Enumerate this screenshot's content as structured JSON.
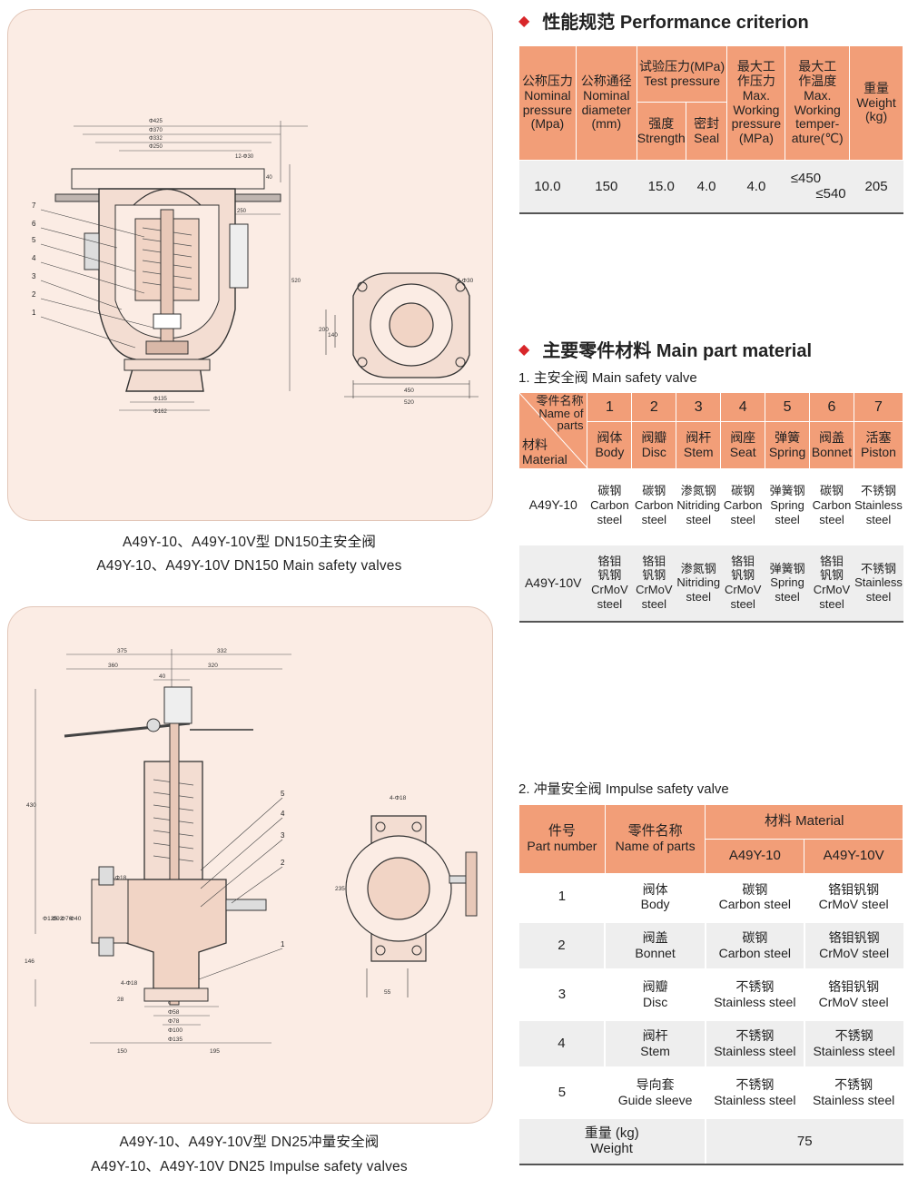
{
  "figure1": {
    "dims": {
      "d425": "Φ425",
      "d370": "Φ370",
      "d332": "Φ332",
      "d250": "Φ250",
      "bolts_top": "12-Φ30",
      "h40": "40",
      "w250": "250",
      "h520": "520",
      "d135": "Φ135",
      "d162": "Φ162",
      "h200": "200",
      "h140": "140",
      "w450": "450",
      "w520": "520",
      "holes": "4-Φ30"
    },
    "part_numbers": [
      "7",
      "6",
      "5",
      "4",
      "3",
      "2",
      "1"
    ],
    "caption_cn": "A49Y-10、A49Y-10V型  DN150主安全阀",
    "caption_en": "A49Y-10、A49Y-10V  DN150  Main safety valves"
  },
  "figure2": {
    "dims": {
      "w375": "375",
      "w360": "360",
      "w332": "332",
      "w320": "320",
      "w40": "40",
      "h430": "430",
      "h146": "146",
      "h28": "28",
      "holes_a": "4-Φ18",
      "holes_b": "4-Φ18",
      "d25": "Φ25",
      "d58": "Φ58",
      "d78": "Φ78",
      "d100": "Φ100",
      "d135": "Φ135",
      "w150": "150",
      "w195": "195",
      "d125": "Φ125",
      "d92": "Φ92",
      "d76": "Φ76",
      "d40": "Φ40",
      "h235": "235",
      "w55": "55",
      "holes_c": "4-Φ18"
    },
    "part_numbers": [
      "5",
      "4",
      "3",
      "2",
      "1"
    ],
    "caption_cn": "A49Y-10、A49Y-10V型  DN25冲量安全阀",
    "caption_en": "A49Y-10、A49Y-10V  DN25 Impulse safety valves"
  },
  "performance": {
    "title": "性能规范 Performance criterion",
    "headers": {
      "nominal_pressure": [
        "公称压力",
        "Nominal",
        "pressure",
        "(Mpa)"
      ],
      "nominal_diameter": [
        "公称通径",
        "Nominal",
        "diameter",
        "(mm)"
      ],
      "test_pressure": [
        "试验压力(MPa)",
        "Test pressure"
      ],
      "strength": [
        "强度",
        "Strength"
      ],
      "seal": [
        "密封",
        "Seal"
      ],
      "max_working_pressure": [
        "最大工",
        "作压力",
        "Max.",
        "Working",
        "pressure",
        "(MPa)"
      ],
      "max_working_temp": [
        "最大工",
        "作温度",
        "Max.",
        "Working",
        "temper-",
        "ature(℃)"
      ],
      "weight": [
        "重量",
        "Weight",
        "(kg)"
      ]
    },
    "row": {
      "nominal_pressure": "10.0",
      "nominal_diameter": "150",
      "strength": "15.0",
      "seal": "4.0",
      "max_pressure": "4.0",
      "temp_1": "≤450",
      "temp_2": "≤540",
      "weight": "205"
    }
  },
  "main_part": {
    "title": "主要零件材料 Main part material",
    "subtitle": "1. 主安全阀 Main safety valve",
    "corner": {
      "top_cn": "零件名称",
      "top_en1": "Name of",
      "top_en2": "parts",
      "bottom_cn": "材料",
      "bottom_en": "Material"
    },
    "parts": [
      {
        "num": "1",
        "cn": "阀体",
        "en": "Body"
      },
      {
        "num": "2",
        "cn": "阀瓣",
        "en": "Disc"
      },
      {
        "num": "3",
        "cn": "阀杆",
        "en": "Stem"
      },
      {
        "num": "4",
        "cn": "阀座",
        "en": "Seat"
      },
      {
        "num": "5",
        "cn": "弹簧",
        "en": "Spring"
      },
      {
        "num": "6",
        "cn": "阀盖",
        "en": "Bonnet"
      },
      {
        "num": "7",
        "cn": "活塞",
        "en": "Piston"
      }
    ],
    "rows": [
      {
        "model": "A49Y-10",
        "cells": [
          [
            "碳钢",
            "Carbon",
            "steel"
          ],
          [
            "碳钢",
            "Carbon",
            "steel"
          ],
          [
            "渗氮钢",
            "Nitriding",
            "steel"
          ],
          [
            "碳钢",
            "Carbon",
            "steel"
          ],
          [
            "弹簧钢",
            "Spring",
            "steel"
          ],
          [
            "碳钢",
            "Carbon",
            "steel"
          ],
          [
            "不锈钢",
            "Stainless",
            "steel"
          ]
        ]
      },
      {
        "model": "A49Y-10V",
        "cells": [
          [
            "铬钼",
            "钒钢",
            "CrMoV",
            "steel"
          ],
          [
            "铬钼",
            "钒钢",
            "CrMoV",
            "steel"
          ],
          [
            "渗氮钢",
            "Nitriding",
            "steel"
          ],
          [
            "铬钼",
            "钒钢",
            "CrMoV",
            "steel"
          ],
          [
            "弹簧钢",
            "Spring",
            "steel"
          ],
          [
            "铬钼",
            "钒钢",
            "CrMoV",
            "steel"
          ],
          [
            "不锈钢",
            "Stainless",
            "steel"
          ]
        ]
      }
    ]
  },
  "impulse": {
    "subtitle": "2. 冲量安全阀 Impulse safety valve",
    "headers": {
      "part_no_cn": "件号",
      "part_no_en": "Part number",
      "name_cn": "零件名称",
      "name_en": "Name of parts",
      "material": "材料 Material",
      "model_a": "A49Y-10",
      "model_b": "A49Y-10V"
    },
    "rows": [
      {
        "num": "1",
        "cn": "阀体",
        "en": "Body",
        "a_cn": "碳钢",
        "a_en": "Carbon steel",
        "b_cn": "铬钼钒钢",
        "b_en": "CrMoV steel"
      },
      {
        "num": "2",
        "cn": "阀盖",
        "en": "Bonnet",
        "a_cn": "碳钢",
        "a_en": "Carbon steel",
        "b_cn": "铬钼钒钢",
        "b_en": "CrMoV steel"
      },
      {
        "num": "3",
        "cn": "阀瓣",
        "en": "Disc",
        "a_cn": "不锈钢",
        "a_en": "Stainless steel",
        "b_cn": "铬钼钒钢",
        "b_en": "CrMoV steel"
      },
      {
        "num": "4",
        "cn": "阀杆",
        "en": "Stem",
        "a_cn": "不锈钢",
        "a_en": "Stainless steel",
        "b_cn": "不锈钢",
        "b_en": "Stainless steel"
      },
      {
        "num": "5",
        "cn": "导向套",
        "en": "Guide sleeve",
        "a_cn": "不锈钢",
        "a_en": "Stainless steel",
        "b_cn": "不锈钢",
        "b_en": "Stainless steel"
      }
    ],
    "weight": {
      "cn": "重量 (kg)",
      "en": "Weight",
      "value": "75"
    }
  }
}
